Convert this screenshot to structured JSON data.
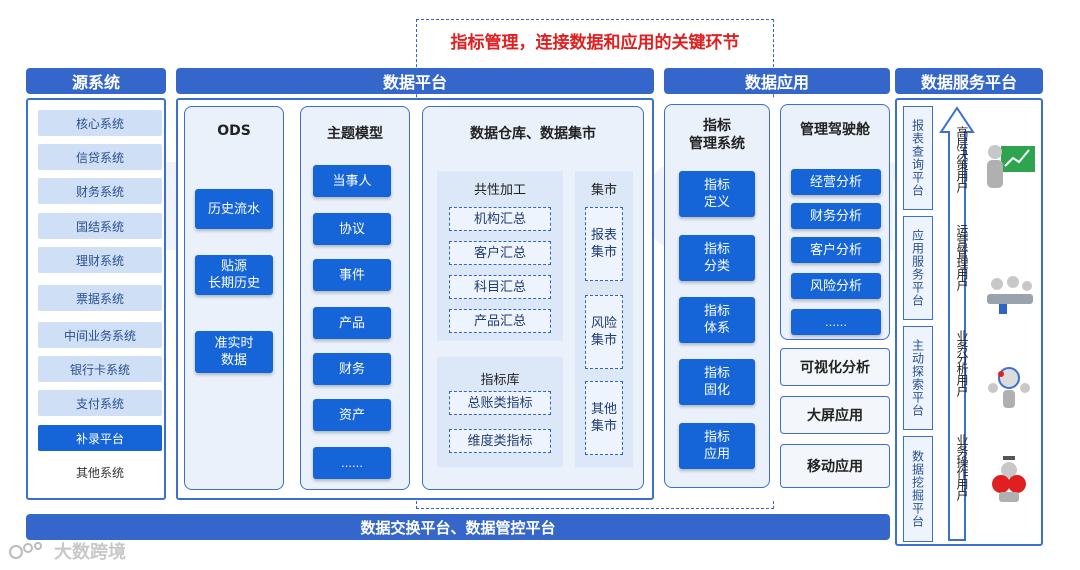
{
  "top_title": "指标管理，连接数据和应用的关键环节",
  "headers": {
    "source": "源系统",
    "platform": "数据平台",
    "application": "数据应用",
    "service": "数据服务平台"
  },
  "bottom_bar": "数据交换平台、数据管控平台",
  "source_systems": [
    "核心系统",
    "信贷系统",
    "财务系统",
    "国结系统",
    "理财系统",
    "票据系统",
    "中间业务系统",
    "银行卡系统",
    "支付系统",
    "补录平台",
    "其他系统"
  ],
  "ods": {
    "title": "ODS",
    "items": [
      "历史流水",
      "贴源\n长期历史",
      "准实时\n数据"
    ]
  },
  "subject_model": {
    "title": "主题模型",
    "items": [
      "当事人",
      "协议",
      "事件",
      "产品",
      "财务",
      "资产",
      "……"
    ]
  },
  "warehouse": {
    "title": "数据仓库、数据集市",
    "common_title": "共性加工",
    "common_items": [
      "机构汇总",
      "客户汇总",
      "科目汇总",
      "产品汇总"
    ],
    "index_lib_title": "指标库",
    "index_lib_items": [
      "总账类指标",
      "维度类指标"
    ],
    "mart_title": "集市",
    "mart_items": [
      "报表\n集市",
      "风险\n集市",
      "其他\n集市"
    ]
  },
  "index_mgmt": {
    "title": "指标\n管理系统",
    "items": [
      "指标\n定义",
      "指标\n分类",
      "指标\n体系",
      "指标\n固化",
      "指标\n应用"
    ]
  },
  "cockpit": {
    "title": "管理驾驶舱",
    "items": [
      "经营分析",
      "财务分析",
      "客户分析",
      "风险分析",
      "……"
    ]
  },
  "apps": [
    "可视化分析",
    "大屏应用",
    "移动应用"
  ],
  "service_platforms": [
    "报表查询平台",
    "应用服务平台",
    "主动探索平台",
    "数据挖掘平台"
  ],
  "user_groups": [
    "高层决策用户",
    "运营管理用户",
    "业务分析用户",
    "业务操作用户"
  ],
  "logo_text": "大数跨境",
  "colors": {
    "header": "#3566c9",
    "button": "#1565d8",
    "title_red": "#e02020"
  }
}
